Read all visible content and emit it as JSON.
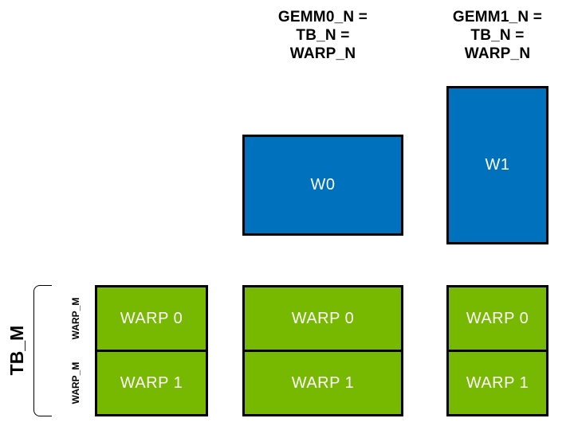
{
  "colors": {
    "warp_blue": "#0071BC",
    "warp_green": "#76B900",
    "box_border": "#000000",
    "label_text": "#000000",
    "box_text": "#FFFFFF",
    "background": "#FFFFFF"
  },
  "column_headers": [
    {
      "lines": [
        "GEMM0_N =",
        "TB_N =",
        "WARP_N"
      ]
    },
    {
      "lines": [
        "GEMM1_N =",
        "TB_N =",
        "WARP_N"
      ]
    }
  ],
  "accumulator_tiles": [
    {
      "label": "W0"
    },
    {
      "label": "W1"
    }
  ],
  "warp_groups": [
    {
      "cells": [
        "WARP 0",
        "WARP 1"
      ]
    },
    {
      "cells": [
        "WARP 0",
        "WARP 1"
      ]
    },
    {
      "cells": [
        "WARP 0",
        "WARP 1"
      ]
    }
  ],
  "side_labels": {
    "tb_m": "TB_M",
    "warp_m_rows": [
      "WARP_M",
      "WARP_M"
    ]
  }
}
